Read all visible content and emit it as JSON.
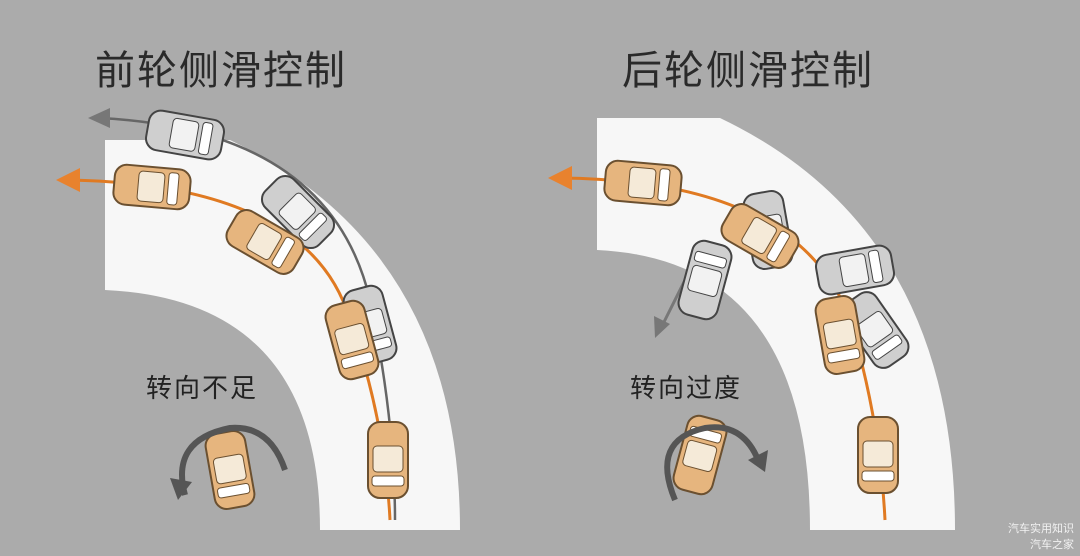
{
  "left_panel": {
    "title": "前轮侧滑控制",
    "label": "转向不足"
  },
  "right_panel": {
    "title": "后轮侧滑控制",
    "label": "转向过度"
  },
  "watermark": {
    "line1": "汽车实用知识",
    "line2": "汽车之家"
  },
  "colors": {
    "background": "#ababab",
    "road": "#f7f7f7",
    "car_orange": "#e3b27a",
    "car_gray": "#c9c9c9",
    "arrow_orange": "#e8822e",
    "arrow_gray": "#777777"
  }
}
